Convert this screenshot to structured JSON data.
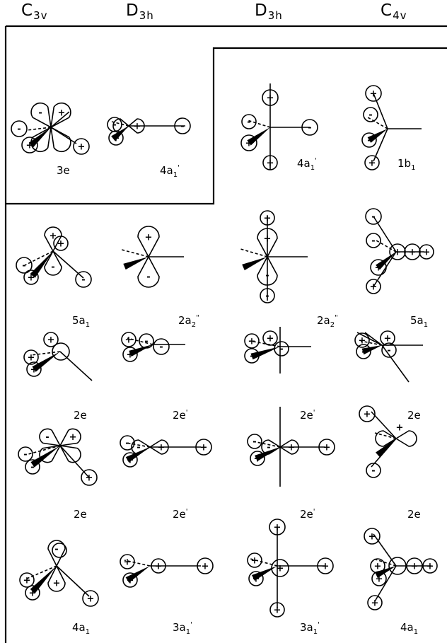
{
  "columns": [
    {
      "main": "C",
      "sub": "3v"
    },
    {
      "main": "D",
      "sub": "3h"
    },
    {
      "main": "D",
      "sub": "3h"
    },
    {
      "main": "C",
      "sub": "4v"
    }
  ],
  "labels": {
    "r0c0": {
      "base": "3e"
    },
    "r0c1": {
      "base": "4a",
      "sub": "1",
      "sup": "'"
    },
    "r0c2": {
      "base": "4a",
      "sub": "1",
      "sup": "'"
    },
    "r0c3": {
      "base": "1b",
      "sub": "1"
    },
    "r1c0": {
      "base": "5a",
      "sub": "1"
    },
    "r1c1": {
      "base": "2a",
      "sub": "2",
      "sup": "\""
    },
    "r1c2": {
      "base": "2a",
      "sub": "2",
      "sup": "\""
    },
    "r1c3": {
      "base": "5a",
      "sub": "1"
    },
    "r2c0": {
      "base": "2e"
    },
    "r2c1": {
      "base": "2e",
      "sup": "'"
    },
    "r2c2": {
      "base": "2e",
      "sup": "'"
    },
    "r2c3": {
      "base": "2e"
    },
    "r3c0": {
      "base": "2e"
    },
    "r3c1": {
      "base": "2e",
      "sup": "'"
    },
    "r3c2": {
      "base": "2e",
      "sup": "'"
    },
    "r3c3": {
      "base": "2e"
    },
    "r4c0": {
      "base": "4a",
      "sub": "1"
    },
    "r4c1": {
      "base": "3a",
      "sub": "1",
      "sup": "'"
    },
    "r4c2": {
      "base": "3a",
      "sub": "1",
      "sup": "'"
    },
    "r4c3": {
      "base": "4a",
      "sub": "1"
    }
  },
  "signs": {
    "plus": "+",
    "minus": "-"
  },
  "colors": {
    "ink": "#000000",
    "paper": "#ffffff"
  }
}
